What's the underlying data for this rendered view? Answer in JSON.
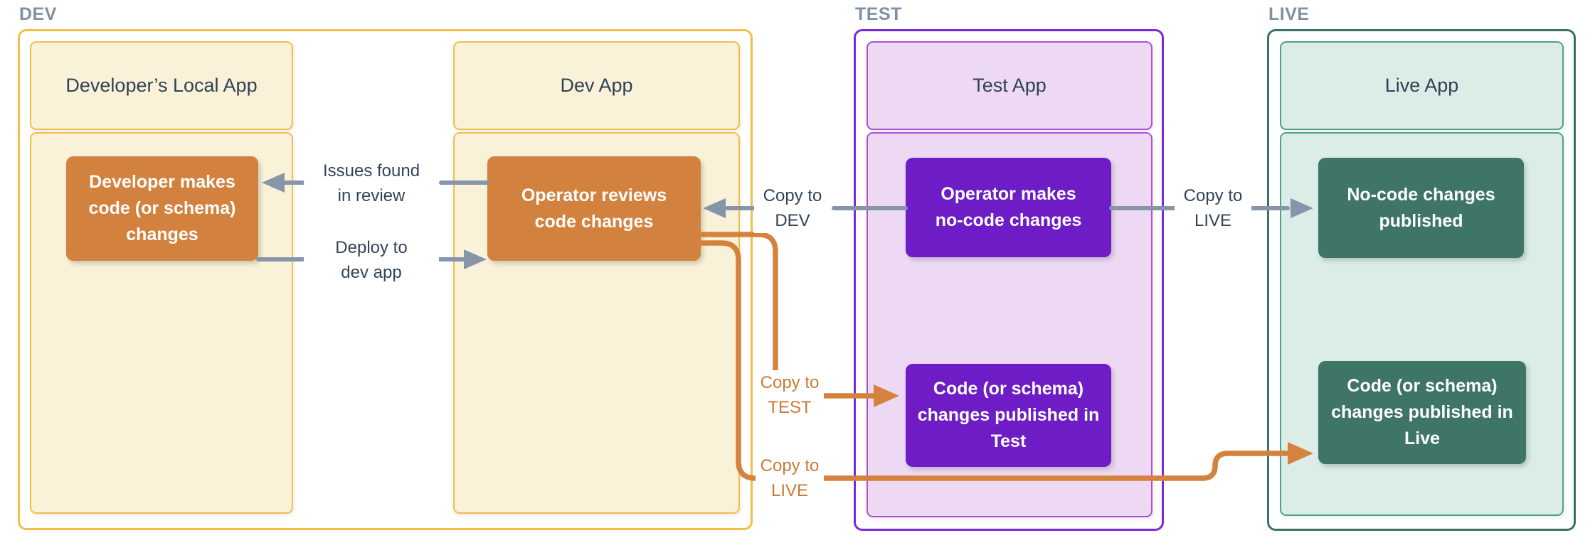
{
  "diagram": {
    "groups": [
      {
        "label": "DEV",
        "apps": [
          {
            "title": "Developer’s Local App"
          },
          {
            "title": "Dev App"
          }
        ]
      },
      {
        "label": "TEST",
        "apps": [
          {
            "title": "Test App"
          }
        ]
      },
      {
        "label": "LIVE",
        "apps": [
          {
            "title": "Live App"
          }
        ]
      }
    ],
    "nodes": {
      "dev_changes": "Developer makes\ncode (or schema)\nchanges",
      "operator_reviews": "Operator reviews\ncode changes",
      "operator_nocode": "Operator makes\nno-code changes",
      "test_published": "Code (or schema)\nchanges published in\nTest",
      "nocode_published": "No-code changes\npublished",
      "live_published": "Code (or schema)\nchanges published in\nLive"
    },
    "connector_labels": {
      "issues_found": "Issues found\nin review",
      "deploy_dev": "Deploy to\ndev app",
      "copy_to_dev": "Copy to\nDEV",
      "copy_to_live_gray": "Copy to\nLIVE",
      "copy_to_test": "Copy to\nTEST",
      "copy_to_live_orange": "Copy to\nLIVE"
    },
    "colors": {
      "dev_border": "#f0bf4a",
      "dev_fill": "#f9f2d8",
      "dev_node": "#d3813e",
      "test_border_outer": "#7a28dd",
      "test_border_inner": "#ae4fd6",
      "test_fill": "#eed9f5",
      "test_node": "#6d1cc6",
      "live_border_outer": "#3a7265",
      "live_border_inner": "#4da18b",
      "live_fill": "#dcede8",
      "live_node": "#3e7567",
      "gray_connector": "#8695a8",
      "orange_connector": "#d6823f",
      "label_text": "#32435a",
      "group_label_text": "#8090a3"
    }
  }
}
